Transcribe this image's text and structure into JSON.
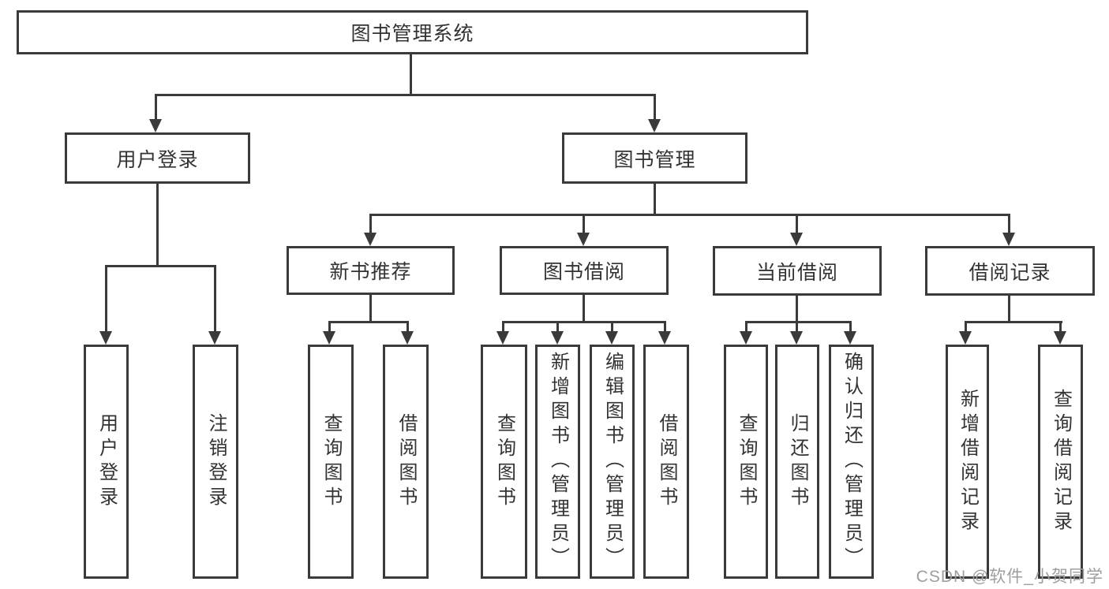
{
  "tree": {
    "label": "图书管理系统",
    "children": [
      {
        "label": "用户登录",
        "children": [
          {
            "label": "用户登录"
          },
          {
            "label": "注销登录"
          }
        ]
      },
      {
        "label": "图书管理",
        "children": [
          {
            "label": "新书推荐",
            "children": [
              {
                "label": "查询图书"
              },
              {
                "label": "借阅图书"
              }
            ]
          },
          {
            "label": "图书借阅",
            "children": [
              {
                "label": "查询图书"
              },
              {
                "label": "新增图书（管理员）"
              },
              {
                "label": "编辑图书（管理员）"
              },
              {
                "label": "借阅图书"
              }
            ]
          },
          {
            "label": "当前借阅",
            "children": [
              {
                "label": "查询图书"
              },
              {
                "label": "归还图书"
              },
              {
                "label": "确认归还（管理员）"
              }
            ]
          },
          {
            "label": "借阅记录",
            "children": [
              {
                "label": "新增借阅记录"
              },
              {
                "label": "查询借阅记录"
              }
            ]
          }
        ]
      }
    ]
  },
  "watermark": {
    "text": "CSDN @软件_小贺同学"
  },
  "colors": {
    "line": "#3a3a3a",
    "text": "#333333",
    "watermark": "#9e9e9e",
    "background": "#ffffff"
  }
}
